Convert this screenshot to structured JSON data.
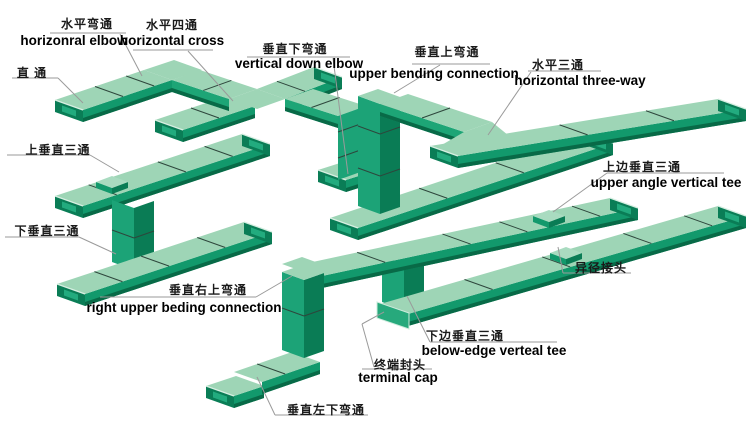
{
  "diagram": {
    "subject": "cable tray fittings",
    "tray_colors": {
      "top_face": "#9ed5b6",
      "front_face": "#12996c",
      "dark_side": "#0b7e57",
      "bottom_stripe": "#086a47"
    }
  },
  "labels": {
    "straight": {
      "zh": "直 通"
    },
    "horizontal_elbow": {
      "zh": "水平弯通",
      "en": "horizonral elbow"
    },
    "horizontal_cross": {
      "zh": "水平四通",
      "en": "horizontal cross"
    },
    "vertical_down_elbow": {
      "zh": "垂直下弯通",
      "en": "vertical down elbow"
    },
    "vertical_up_elbow": {
      "zh": "垂直上弯通",
      "en": "upper bending connection"
    },
    "horizontal_three_way": {
      "zh": "水平三通",
      "en": "horizontal three-way"
    },
    "upper_vertical_tee": {
      "zh": "上垂直三通"
    },
    "lower_vertical_tee": {
      "zh": "下垂直三通"
    },
    "upper_angle_vertical_tee": {
      "zh": "上边垂直三通",
      "en": "upper angle vertical tee"
    },
    "reducer": {
      "zh": "异径接头"
    },
    "right_upper_bending": {
      "zh": "垂直右上弯通",
      "en": "right upper beding connection"
    },
    "below_edge_vertical_tee": {
      "zh": "下边垂直三通",
      "en": "below-edge verteal tee"
    },
    "terminal_cap": {
      "zh": "终端封头",
      "en": "terminal cap"
    },
    "vertical_left_down_elbow": {
      "zh": "垂直左下弯通"
    }
  }
}
